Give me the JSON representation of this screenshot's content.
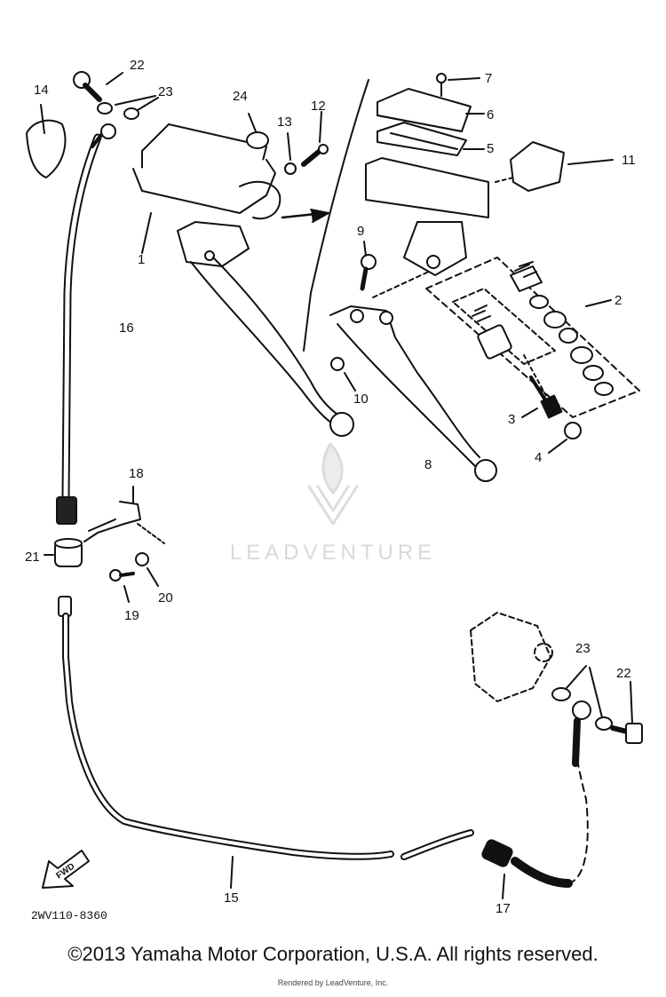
{
  "watermark": "LEADVENTURE",
  "diagram_code": "2WV110-8360",
  "fwd_label": "FWD",
  "copyright": "©2013 Yamaha Motor Corporation, U.S.A. All rights reserved.",
  "rendered_by": "Rendered by LeadVenture, Inc.",
  "callouts": [
    {
      "id": "c22a",
      "text": "22"
    },
    {
      "id": "c14",
      "text": "14"
    },
    {
      "id": "c23a",
      "text": "23"
    },
    {
      "id": "c24",
      "text": "24"
    },
    {
      "id": "c13",
      "text": "13"
    },
    {
      "id": "c12",
      "text": "12"
    },
    {
      "id": "c7",
      "text": "7"
    },
    {
      "id": "c6",
      "text": "6"
    },
    {
      "id": "c5",
      "text": "5"
    },
    {
      "id": "c11",
      "text": "11"
    },
    {
      "id": "c1",
      "text": "1"
    },
    {
      "id": "c9",
      "text": "9"
    },
    {
      "id": "c2",
      "text": "2"
    },
    {
      "id": "c16",
      "text": "16"
    },
    {
      "id": "c10",
      "text": "10"
    },
    {
      "id": "c3",
      "text": "3"
    },
    {
      "id": "c8",
      "text": "8"
    },
    {
      "id": "c4",
      "text": "4"
    },
    {
      "id": "c18",
      "text": "18"
    },
    {
      "id": "c21",
      "text": "21"
    },
    {
      "id": "c20",
      "text": "20"
    },
    {
      "id": "c19",
      "text": "19"
    },
    {
      "id": "c23b",
      "text": "23"
    },
    {
      "id": "c22b",
      "text": "22"
    },
    {
      "id": "c15",
      "text": "15"
    },
    {
      "id": "c17",
      "text": "17"
    }
  ]
}
